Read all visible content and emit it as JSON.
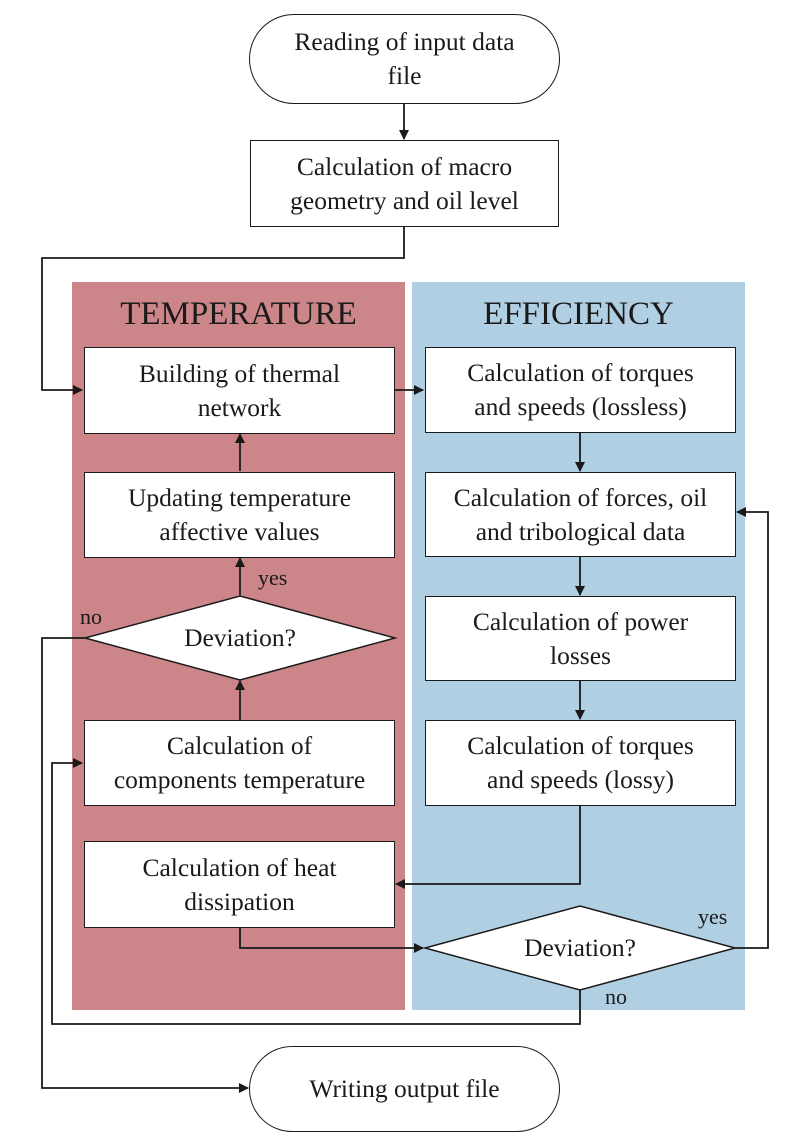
{
  "lanes": {
    "temperature": {
      "title": "TEMPERATURE",
      "color": "#cc8588"
    },
    "efficiency": {
      "title": "EFFICIENCY",
      "color": "#b1cfe3"
    }
  },
  "nodes": {
    "reading_input": "Reading of input data\nfile",
    "macro_geometry": "Calculation of macro\ngeometry and oil level",
    "thermal_network": "Building of thermal\nnetwork",
    "updating_temperature": "Updating temperature\naffective values",
    "temp_deviation": "Deviation?",
    "components_temperature": "Calculation of\ncomponents temperature",
    "heat_dissipation": "Calculation of heat\ndissipation",
    "torques_lossless": "Calculation of torques\nand speeds (lossless)",
    "forces_oil": "Calculation of forces, oil\nand tribological data",
    "power_losses": "Calculation of power\nlosses",
    "torques_lossy": "Calculation of torques\nand speeds (lossy)",
    "eff_deviation": "Deviation?",
    "writing_output": "Writing output file"
  },
  "edge_labels": {
    "temp_yes": "yes",
    "temp_no": "no",
    "eff_yes": "yes",
    "eff_no": "no"
  },
  "colors": {
    "line": "#1a1a1a"
  }
}
